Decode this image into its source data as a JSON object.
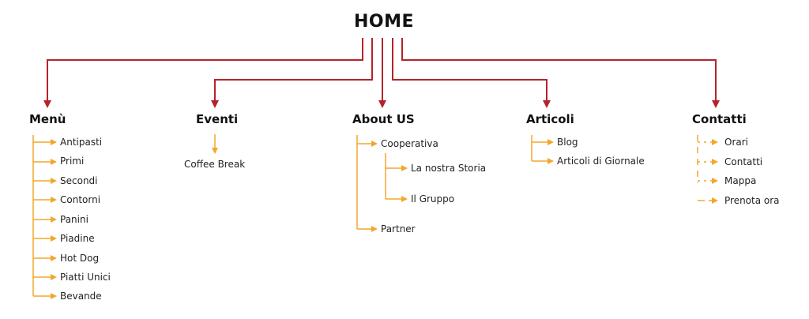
{
  "diagram": {
    "root": "HOME",
    "sections": {
      "menu": {
        "title": "Menù",
        "items": [
          "Antipasti",
          "Primi",
          "Secondi",
          "Contorni",
          "Panini",
          "Piadine",
          "Hot Dog",
          "Piatti Unici",
          "Bevande"
        ]
      },
      "eventi": {
        "title": "Eventi",
        "items": [
          "Coffee Break"
        ]
      },
      "about": {
        "title": "About US",
        "items": [
          "Cooperativa",
          "La nostra Storia",
          "Il Gruppo",
          "Partner"
        ]
      },
      "articoli": {
        "title": "Articoli",
        "items": [
          "Blog",
          "Articoli di Giornale"
        ]
      },
      "contatti": {
        "title": "Contatti",
        "items": [
          "Orari",
          "Contatti",
          "Mappa",
          "Prenota ora"
        ]
      }
    },
    "colors": {
      "main_connector": "#b5232a",
      "sub_connector": "#f2a72b",
      "text": "#1a1a1a"
    }
  }
}
